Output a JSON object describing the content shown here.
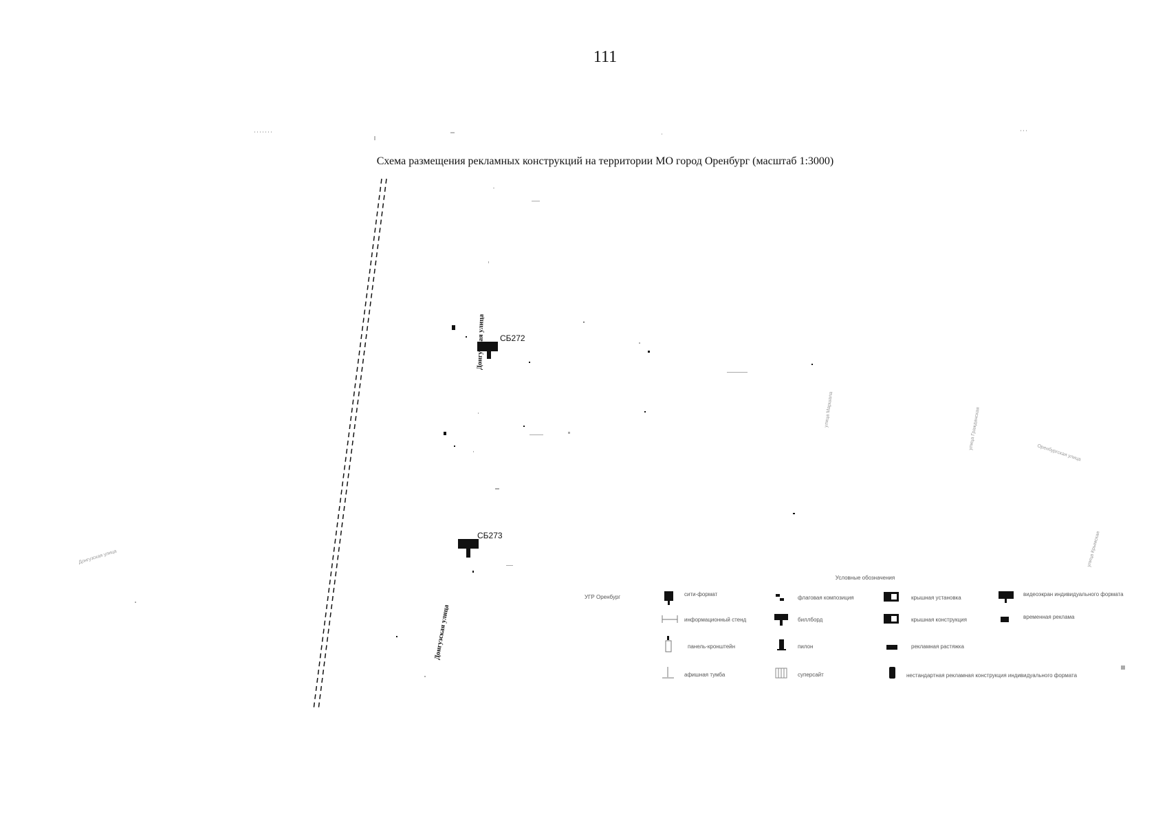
{
  "page_number": "111",
  "title": "Схема размещения рекламных конструкций на территории МО город Оренбург (масштаб 1:3000)",
  "streets": [
    {
      "name": "Донгузская улица"
    },
    {
      "name": "Донгузская улица"
    }
  ],
  "faint_streets": [
    {
      "name": "Донгузская улица"
    },
    {
      "name": "улица Маршала"
    },
    {
      "name": "улица Гражданская"
    },
    {
      "name": "Оренбургская улица"
    },
    {
      "name": "улица Крымская"
    }
  ],
  "constructions": [
    {
      "id": "СБ272"
    },
    {
      "id": "СБ273"
    }
  ],
  "legend": {
    "title": "Условные обозначения",
    "side_label": "УГР Оренбург",
    "items": [
      {
        "icon": "city-format-icon",
        "label": "сити-формат"
      },
      {
        "icon": "flag-icon",
        "label": "флаговая композиция"
      },
      {
        "icon": "roof-installation-icon",
        "label": "крышная установка"
      },
      {
        "icon": "video-screen-icon",
        "label": "видеоэкран индивидуального формата"
      },
      {
        "icon": "info-stand-icon",
        "label": "информационный стенд"
      },
      {
        "icon": "billboard-icon",
        "label": "биллборд"
      },
      {
        "icon": "roof-individual-icon",
        "label": "крышная конструкция"
      },
      {
        "icon": "temporary-ad-icon",
        "label": "временная реклама"
      },
      {
        "icon": "bracket-panel-icon",
        "label": "панель-кронштейн"
      },
      {
        "icon": "pillar-icon",
        "label": "пилон"
      },
      {
        "icon": "stretch-icon",
        "label": "рекламная растяжка"
      },
      {
        "icon": "afisha-stand-icon",
        "label": "афишная тумба"
      },
      {
        "icon": "super-format-icon",
        "label": "суперсайт"
      },
      {
        "icon": "nonstandard-icon",
        "label": "нестандартная рекламная конструкция индивидуального формата"
      }
    ]
  }
}
